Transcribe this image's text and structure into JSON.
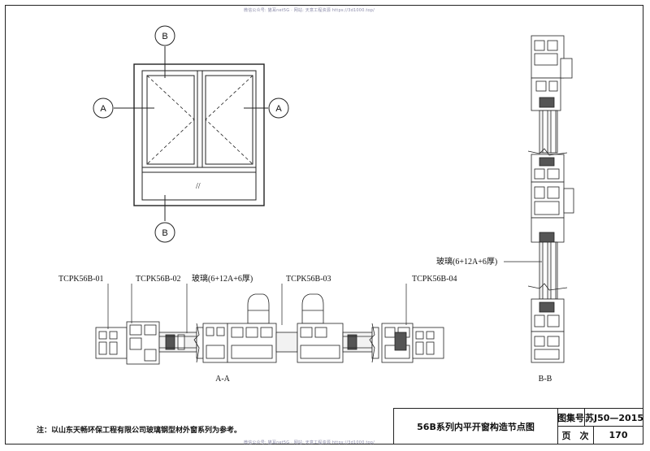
{
  "watermark": "微信公众号: 猫耳net5G · 网站: 天意工程资源 https://3d1000.top/",
  "section_markers": [
    "B",
    "B",
    "A",
    "A"
  ],
  "glass_mark": "//",
  "profile_labels": [
    "TCPK56B-01",
    "TCPK56B-02",
    "TCPK56B-03",
    "TCPK56B-04"
  ],
  "glass_label": "玻璃(6+12A+6厚)",
  "glass_label_side": "玻璃(6+12A+6厚)",
  "section_aa": "A-A",
  "section_bb": "B-B",
  "note": "注：以山东天畅环保工程有限公司玻璃钢型材外窗系列为参考。",
  "title_block": {
    "drawing_title": "56B系列内平开窗构造节点图",
    "atlas_label": "图集号",
    "atlas_value": "苏J50—2015",
    "page_label": "页　次",
    "page_value": "170"
  }
}
